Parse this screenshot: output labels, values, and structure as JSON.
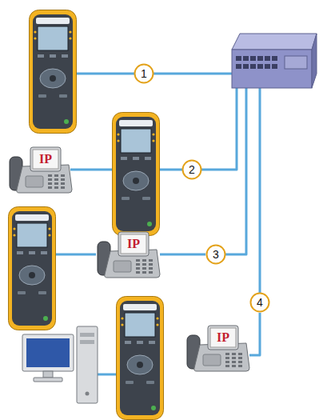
{
  "diagram": {
    "nodes": [
      {
        "text": [
          "1"
        ]
      },
      {
        "text": [
          "IP"
        ]
      },
      {
        "text": [
          "2"
        ]
      },
      {
        "text": [
          "IP"
        ]
      },
      {
        "text": [
          "3"
        ]
      },
      {
        "text": [
          "4"
        ]
      },
      {
        "text": [
          "IP"
        ]
      }
    ],
    "edges": [
      {
        "from": 3,
        "to": 4,
        "arrow": "none"
      },
      {
        "from": 6,
        "to": 5,
        "arrow": "none"
      }
    ]
  }
}
